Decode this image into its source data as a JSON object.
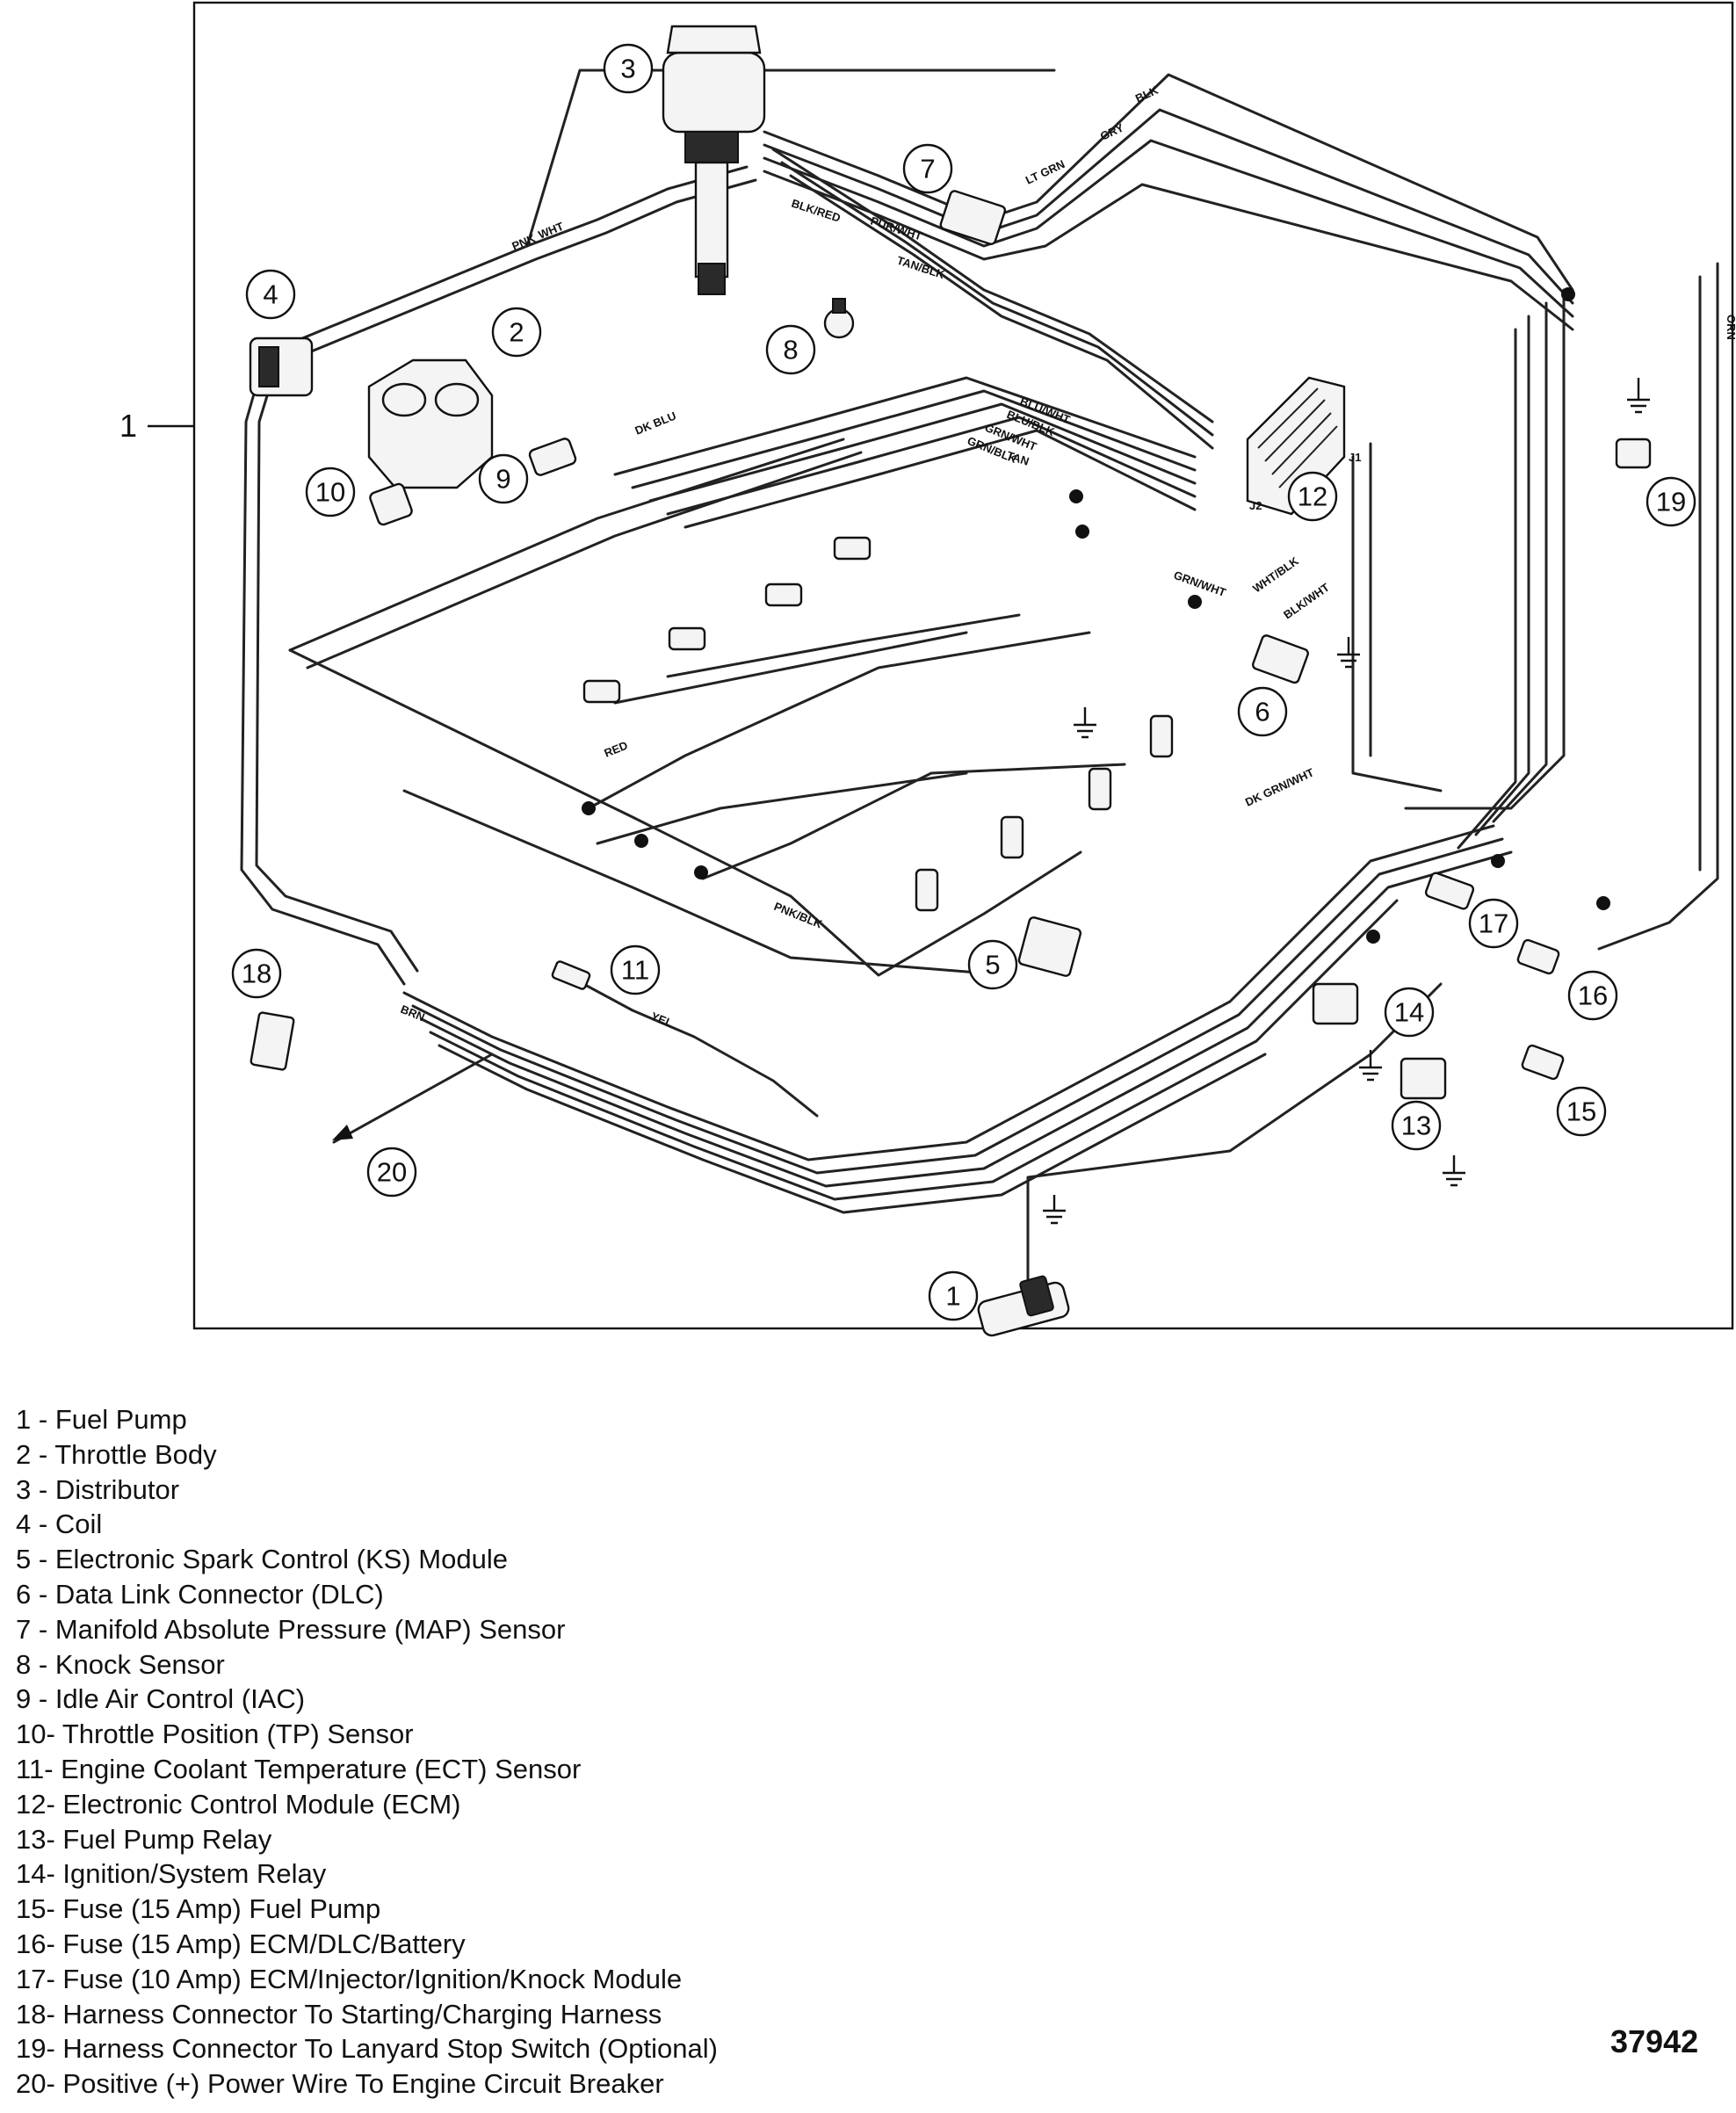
{
  "figure_id": "37942",
  "side_label": "1",
  "callouts": [
    "1",
    "2",
    "3",
    "4",
    "5",
    "6",
    "7",
    "8",
    "9",
    "10",
    "11",
    "12",
    "13",
    "14",
    "15",
    "16",
    "17",
    "18",
    "19",
    "20"
  ],
  "legend": [
    {
      "num": "1",
      "sep": " - ",
      "text": "Fuel Pump"
    },
    {
      "num": "2",
      "sep": " - ",
      "text": "Throttle Body"
    },
    {
      "num": "3",
      "sep": " - ",
      "text": "Distributor"
    },
    {
      "num": "4",
      "sep": " - ",
      "text": "Coil"
    },
    {
      "num": "5",
      "sep": " - ",
      "text": "Electronic Spark Control (KS) Module"
    },
    {
      "num": "6",
      "sep": " - ",
      "text": "Data Link Connector (DLC)"
    },
    {
      "num": "7",
      "sep": " - ",
      "text": "Manifold Absolute Pressure (MAP) Sensor"
    },
    {
      "num": "8",
      "sep": " - ",
      "text": "Knock Sensor"
    },
    {
      "num": "9",
      "sep": " - ",
      "text": "Idle Air Control (IAC)"
    },
    {
      "num": "10",
      "sep": "- ",
      "text": "Throttle Position (TP) Sensor"
    },
    {
      "num": "11",
      "sep": "- ",
      "text": "Engine Coolant Temperature (ECT) Sensor"
    },
    {
      "num": "12",
      "sep": "- ",
      "text": "Electronic Control Module (ECM)"
    },
    {
      "num": "13",
      "sep": "- ",
      "text": "Fuel Pump Relay"
    },
    {
      "num": "14",
      "sep": "- ",
      "text": "Ignition/System Relay"
    },
    {
      "num": "15",
      "sep": "- ",
      "text": "Fuse (15 Amp) Fuel Pump"
    },
    {
      "num": "16",
      "sep": "- ",
      "text": "Fuse (15 Amp) ECM/DLC/Battery"
    },
    {
      "num": "17",
      "sep": "- ",
      "text": "Fuse (10 Amp) ECM/Injector/Ignition/Knock Module"
    },
    {
      "num": "18",
      "sep": "- ",
      "text": "Harness Connector To Starting/Charging Harness"
    },
    {
      "num": "19",
      "sep": "- ",
      "text": "Harness Connector To Lanyard Stop Switch (Optional)"
    },
    {
      "num": "20",
      "sep": "- ",
      "text": "Positive (+) Power Wire To Engine Circuit Breaker"
    }
  ],
  "wire_labels": [
    "BLK",
    "GRY",
    "LT GRN",
    "PNK",
    "WHT",
    "PUR/WHT",
    "TAN/BLK",
    "BLK/RED",
    "DK BLU",
    "BLU/WHT",
    "BLU/BLK",
    "GRN/WHT",
    "GRN/BLK",
    "TAN",
    "ORN",
    "RED",
    "BRN",
    "YEL",
    "PNK/BLK",
    "DK GRN/WHT",
    "WHT/BLK",
    "BLK/WHT",
    "GRN/WHT"
  ],
  "connector_labels": [
    "J1",
    "J2"
  ]
}
